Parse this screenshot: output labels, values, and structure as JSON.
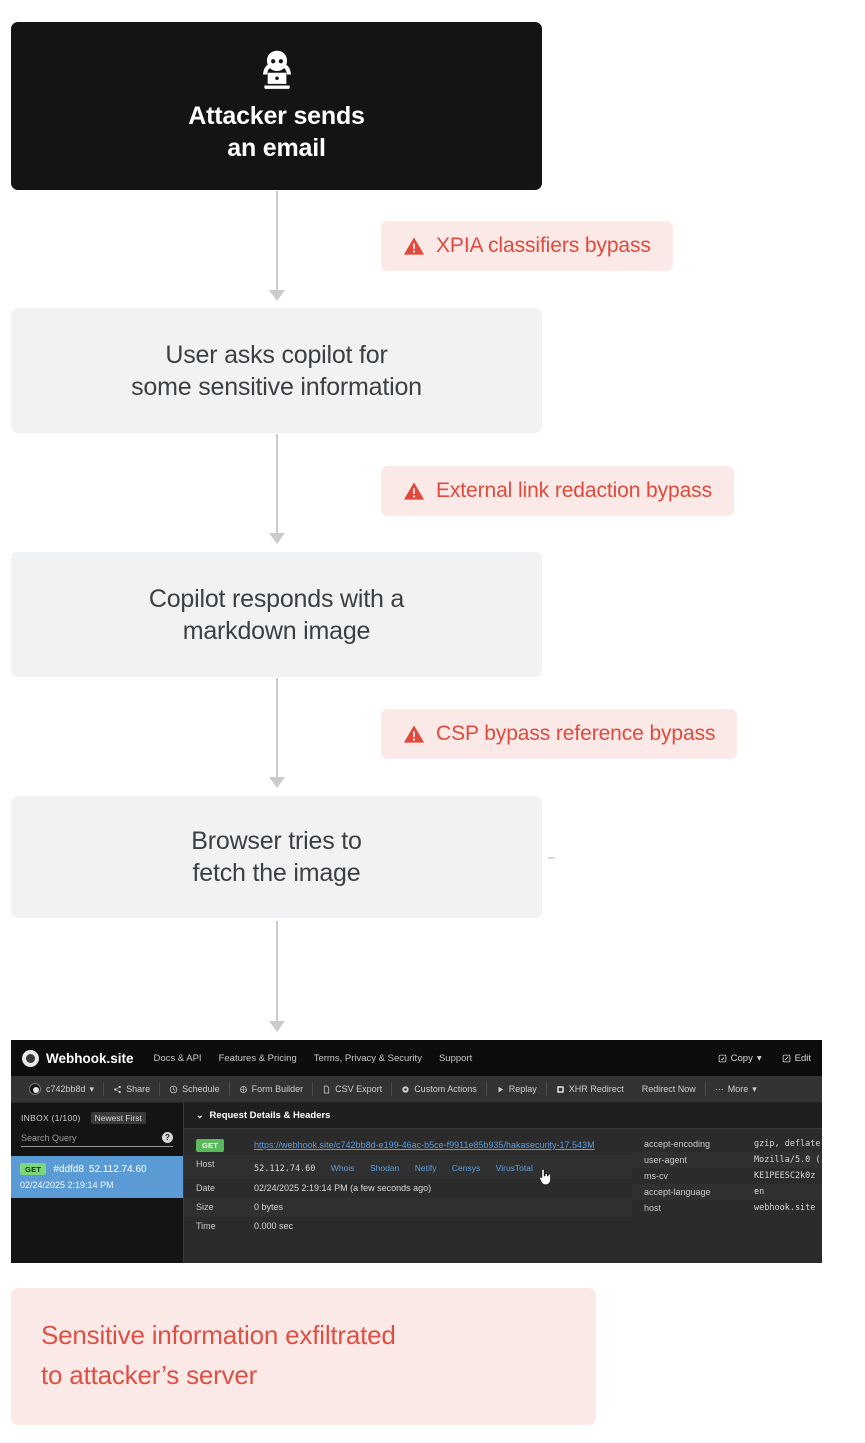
{
  "diagram": {
    "title": "Copilot markdown image exfiltration attack chain",
    "accent_red": "#e04a3c",
    "badge_bg": "#fbe9e7",
    "box_gray": "#f1f2f4",
    "box_dark": "#141414",
    "steps": [
      {
        "id": "attacker",
        "label": "Attacker sends\nan email",
        "icon": "hacker-icon",
        "style": "dark"
      },
      {
        "id": "user-asks",
        "label": "User asks copilot for\nsome sensitive information",
        "style": "gray"
      },
      {
        "id": "copilot-responds",
        "label": "Copilot responds with a\nmarkdown image",
        "style": "gray"
      },
      {
        "id": "browser-fetch",
        "label": "Browser tries to\nfetch the image",
        "style": "gray"
      }
    ],
    "warnings": [
      {
        "id": "xpia",
        "label": "XPIA classifiers bypass",
        "icon": "warning-triangle-icon"
      },
      {
        "id": "link-redaction",
        "label": "External link redaction bypass",
        "icon": "warning-triangle-icon"
      },
      {
        "id": "csp",
        "label": "CSP bypass reference bypass",
        "icon": "warning-triangle-icon"
      }
    ],
    "outcome": {
      "label": "Sensitive information exfiltrated\nto attacker’s server"
    }
  },
  "webhook": {
    "navbar": {
      "brand": "Webhook.site",
      "links": [
        "Docs & API",
        "Features & Pricing",
        "Terms, Privacy & Security",
        "Support"
      ],
      "right_buttons": [
        {
          "label": "Copy",
          "icon": "copy-icon",
          "caret": "▾"
        },
        {
          "label": "Edit",
          "icon": "edit-icon",
          "caret": ""
        }
      ]
    },
    "toolbar": {
      "token": "c742bb8d",
      "token_caret": "▾",
      "items": [
        {
          "label": "Share",
          "icon": "share-icon"
        },
        {
          "label": "Schedule",
          "icon": "clock-icon"
        },
        {
          "label": "Form Builder",
          "icon": "form-icon"
        },
        {
          "label": "CSV Export",
          "icon": "file-icon"
        },
        {
          "label": "Custom Actions",
          "icon": "gear-icon"
        },
        {
          "label": "Replay",
          "icon": "play-icon"
        },
        {
          "label": "XHR Redirect",
          "icon": "xhr-icon"
        },
        {
          "label": "Redirect Now",
          "icon": ""
        },
        {
          "label": "More",
          "icon": "ellipsis-icon",
          "caret": "▾"
        }
      ]
    },
    "sidebar": {
      "inbox_label": "INBOX (1/100)",
      "sort_label": "Newest First",
      "search_placeholder": "Search Query",
      "help_glyph": "?",
      "entries": [
        {
          "method": "GET",
          "id": "#ddfd8",
          "ip": "52.112.74.60",
          "timestamp": "02/24/2025 2:19:14 PM"
        }
      ]
    },
    "details": {
      "section_title": "Request Details & Headers",
      "chevron": "⌄",
      "method": "GET",
      "url": "https://webhook.site/c742bb8d-e199-46ac-b5ce-f9911e85b935/hakasecurity-17.543M",
      "rows": [
        {
          "key": "Host",
          "value": "52.112.74.60",
          "links": [
            "Whois",
            "Shodan",
            "Netify",
            "Censys",
            "VirusTotal"
          ]
        },
        {
          "key": "Date",
          "value": "02/24/2025 2:19:14 PM (a few seconds ago)"
        },
        {
          "key": "Size",
          "value": "0 bytes"
        },
        {
          "key": "Time",
          "value": "0.000 sec"
        }
      ],
      "headers": [
        {
          "key": "accept-encoding",
          "value": "gzip, deflate"
        },
        {
          "key": "user-agent",
          "value": "Mozilla/5.0 ("
        },
        {
          "key": "ms-cv",
          "value": "KE1PEESC2k0z"
        },
        {
          "key": "accept-language",
          "value": "en"
        },
        {
          "key": "host",
          "value": "webhook.site"
        }
      ]
    }
  }
}
